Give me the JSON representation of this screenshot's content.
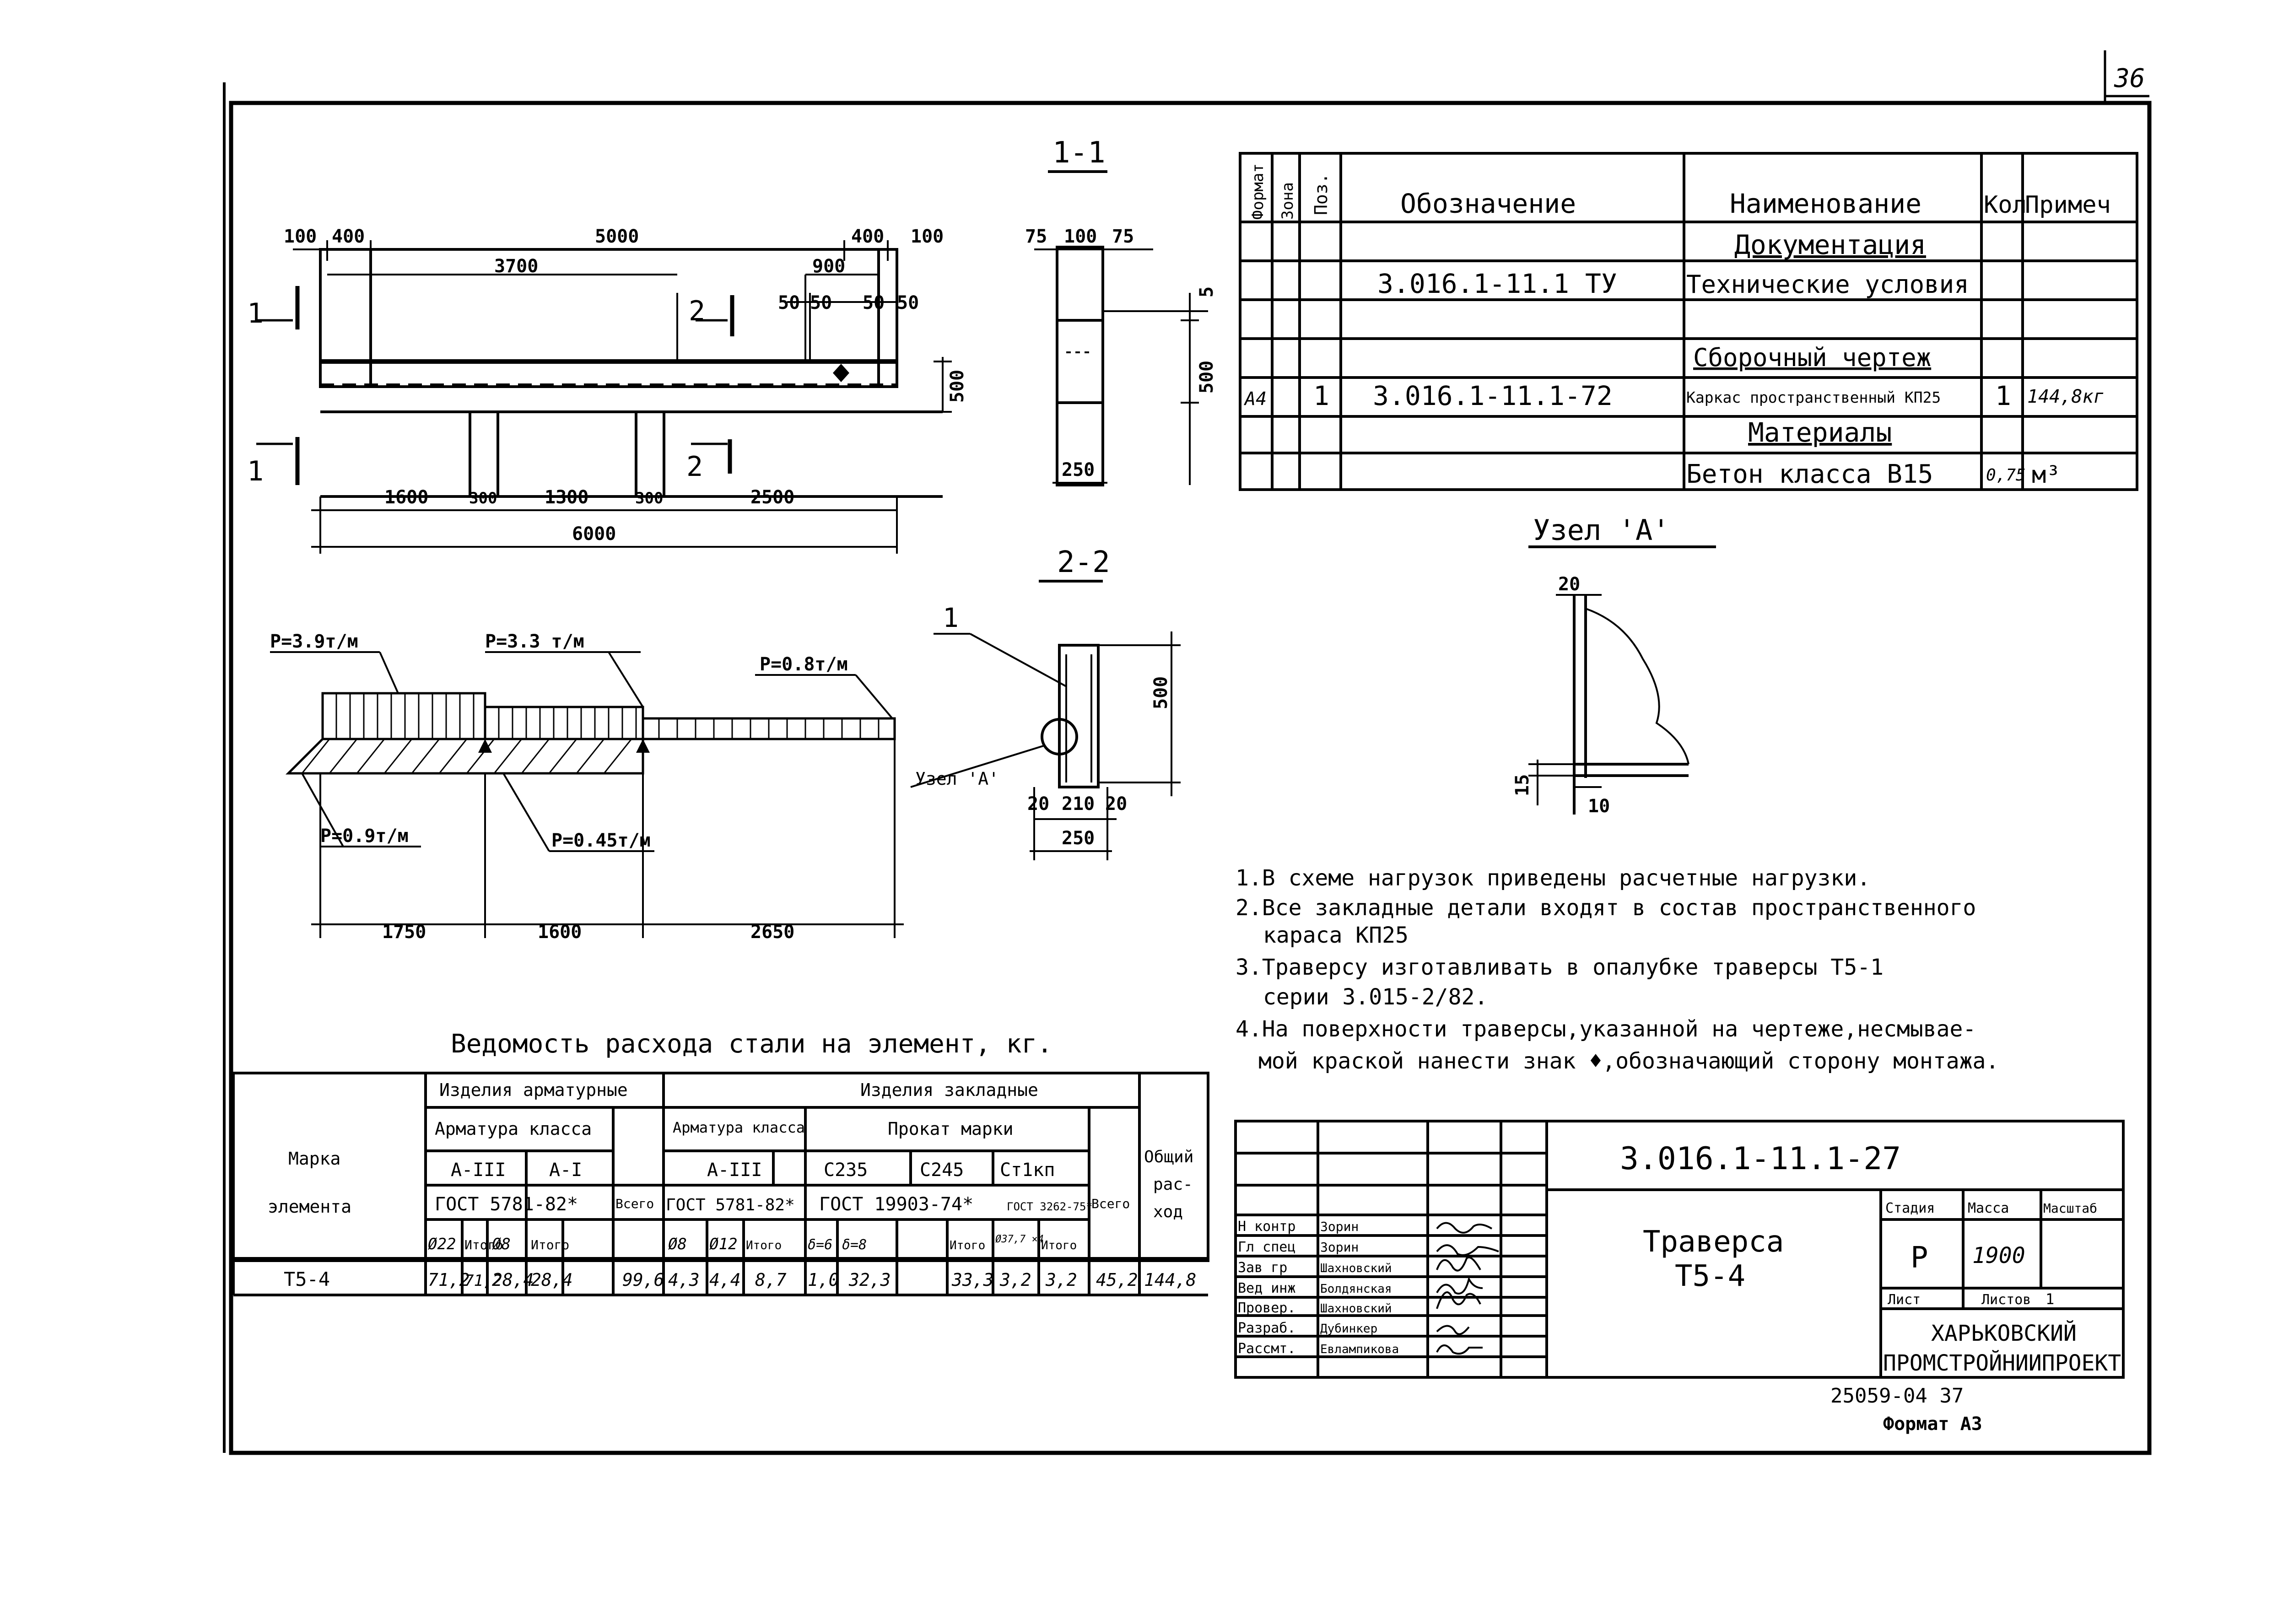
{
  "sheet_number": "36",
  "sections": {
    "s11": "1-1",
    "s22": "2-2",
    "node_a": "Узел 'А'"
  },
  "plan": {
    "dims_top": [
      "100",
      "400",
      "5000",
      "400",
      "100"
    ],
    "dim_3700": "3700",
    "dim_900": "900",
    "dims_50": [
      "50",
      "50",
      "50",
      "50"
    ],
    "dim_500": "500",
    "dims_bottom": [
      "1600",
      "300",
      "1300",
      "300",
      "2500"
    ],
    "dim_total": "6000",
    "cut1": "1",
    "cut2": "2"
  },
  "section11": {
    "dims_top": [
      "75",
      "100",
      "75"
    ],
    "dim_5": "5",
    "dim_500": "500",
    "dim_250": "250"
  },
  "section22": {
    "pos": "1",
    "dim_500": "500",
    "node_label": "Узел 'А'",
    "dims_bottom": [
      "20",
      "210",
      "20"
    ],
    "dim_250": "250"
  },
  "node": {
    "dim_20": "20",
    "dim_15": "15",
    "dim_10": "10"
  },
  "loads": {
    "p1": "Р=3.9т/м",
    "p2": "Р=3.3 т/м",
    "p3": "Р=0.8т/м",
    "p4": "Р=0.9т/м",
    "p5": "Р=0.45т/м",
    "dims": [
      "1750",
      "1600",
      "2650"
    ]
  },
  "spec": {
    "col_format": "Формат",
    "col_zone": "Зона",
    "col_pos": "Поз.",
    "col_designation": "Обозначение",
    "col_name": "Наименование",
    "col_qty": "Кол",
    "col_note": "Примеч",
    "rows": [
      {
        "format": "",
        "pos": "",
        "designation": "",
        "name": "Документация",
        "qty": "",
        "note": "",
        "header": true
      },
      {
        "format": "",
        "pos": "",
        "designation": "3.016.1-11.1 ТУ",
        "name": "Технические условия",
        "qty": "",
        "note": ""
      },
      {
        "format": "",
        "pos": "",
        "designation": "",
        "name": "",
        "qty": "",
        "note": ""
      },
      {
        "format": "",
        "pos": "",
        "designation": "",
        "name": "Сборочный чертеж",
        "qty": "",
        "note": "",
        "header": true
      },
      {
        "format": "А4",
        "pos": "1",
        "designation": "3.016.1-11.1-72",
        "name": "Каркас пространственный КП25",
        "qty": "1",
        "note": "144,8кг"
      },
      {
        "format": "",
        "pos": "",
        "designation": "",
        "name": "Материалы",
        "qty": "",
        "note": "",
        "header": true
      },
      {
        "format": "",
        "pos": "",
        "designation": "",
        "name": "Бетон класса В15",
        "qty": "0,75",
        "note": "м³"
      }
    ]
  },
  "notes": [
    "1.В схеме нагрузок приведены расчетные нагрузки.",
    "2.Все закладные детали входят в состав пространственного",
    "карaса КП25",
    "3.Траверсу изготавливать в опалубке траверсы Т5-1",
    "серии 3.015-2/82.",
    "4.На поверхности траверсы,указанной на чертеже,несмывае-",
    "мой краской нанести знак ♦,обозначающий сторону монтажа."
  ],
  "steel_table": {
    "title": "Ведомость расхода стали на элемент, кг.",
    "h_mark": "Марка",
    "h_element": "элемента",
    "h_rebar_items": "Изделия арматурные",
    "h_embedded": "Изделия закладные",
    "h_rebar_class": "Арматура класса",
    "h_rebar_class2": "Арматура класса",
    "h_rolled": "Прокат марки",
    "h_total_cons": [
      "Общий",
      "рас-",
      "ход"
    ],
    "h_vsego": "Всего",
    "classes": [
      "А-III",
      "А-I",
      "А-III",
      "С235",
      "С245",
      "Ст1кп"
    ],
    "gosts": [
      "ГОСТ 5781-82*",
      "ГОСТ 5781-82*",
      "ГОСТ 19903-74*",
      "ГОСТ 3262-75*"
    ],
    "sub": [
      "Ø22",
      "Итого",
      "Ø8",
      "Итого",
      "Ø8",
      "Ø12",
      "Итого",
      "δ=6",
      "δ=8",
      "Итого",
      "Ø37,7 ×4",
      "Итого"
    ],
    "row": {
      "mark": "Т5-4",
      "values": [
        "71,2",
        "71,2",
        "28,4",
        "28,4",
        "99,6",
        "4,3",
        "4,4",
        "8,7",
        "1,0",
        "32,3",
        "33,3",
        "3,2",
        "3,2",
        "45,2",
        "144,8"
      ]
    }
  },
  "title_block": {
    "code": "3.016.1-11.1-27",
    "name": "Траверса",
    "subname": "Т5-4",
    "stage_label": "Стадия",
    "mass_label": "Масса",
    "scale_label": "Масштаб",
    "stage": "Р",
    "mass": "1900",
    "sheet_label": "Лист",
    "sheets_label": "Листов",
    "sheets": "1",
    "org1": "ХАРЬКОВСКИЙ",
    "org2": "ПРОМСТРОЙНИИПРОЕКТ",
    "people": [
      {
        "role": "Н контр",
        "name": "Зорин"
      },
      {
        "role": "Гл спец",
        "name": "Зорин"
      },
      {
        "role": "Зав гр",
        "name": "Шахновский"
      },
      {
        "role": "Вед инж",
        "name": "Болдянская"
      },
      {
        "role": "Провер.",
        "name": "Шахновский"
      },
      {
        "role": "Разраб.",
        "name": "Дубинкер"
      },
      {
        "role": "Рассмт.",
        "name": "Евлампиковa"
      }
    ]
  },
  "footer": {
    "number": "25059-04 37",
    "format": "Формат А3"
  }
}
